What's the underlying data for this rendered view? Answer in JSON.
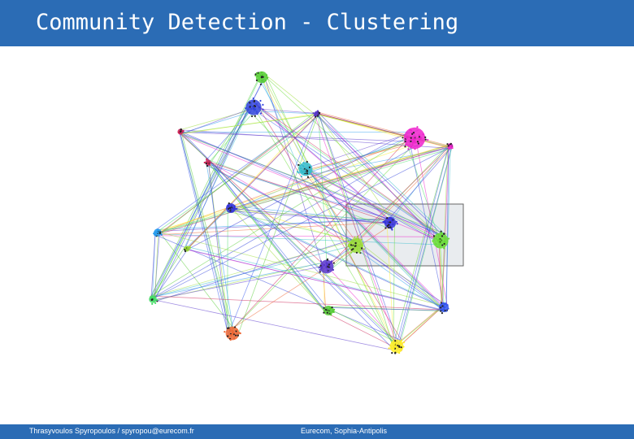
{
  "header": {
    "title": "Community Detection - Clustering"
  },
  "footer": {
    "author": "Thrasyvoulos Spyropoulos / spyropou@eurecom.fr",
    "institution": "Eurecom, Sophia-Antipolis"
  },
  "graph": {
    "highlight_box_color": "#e9ecef",
    "cluster_colors": [
      "#55cc33",
      "#3344dd",
      "#ee22cc",
      "#33bbcc",
      "#3333dd",
      "#99dd33",
      "#2299ee",
      "#5533cc",
      "#ee6633",
      "#ffee22",
      "#66dd33",
      "#cc2255",
      "#44dd66",
      "#3355ee"
    ]
  }
}
